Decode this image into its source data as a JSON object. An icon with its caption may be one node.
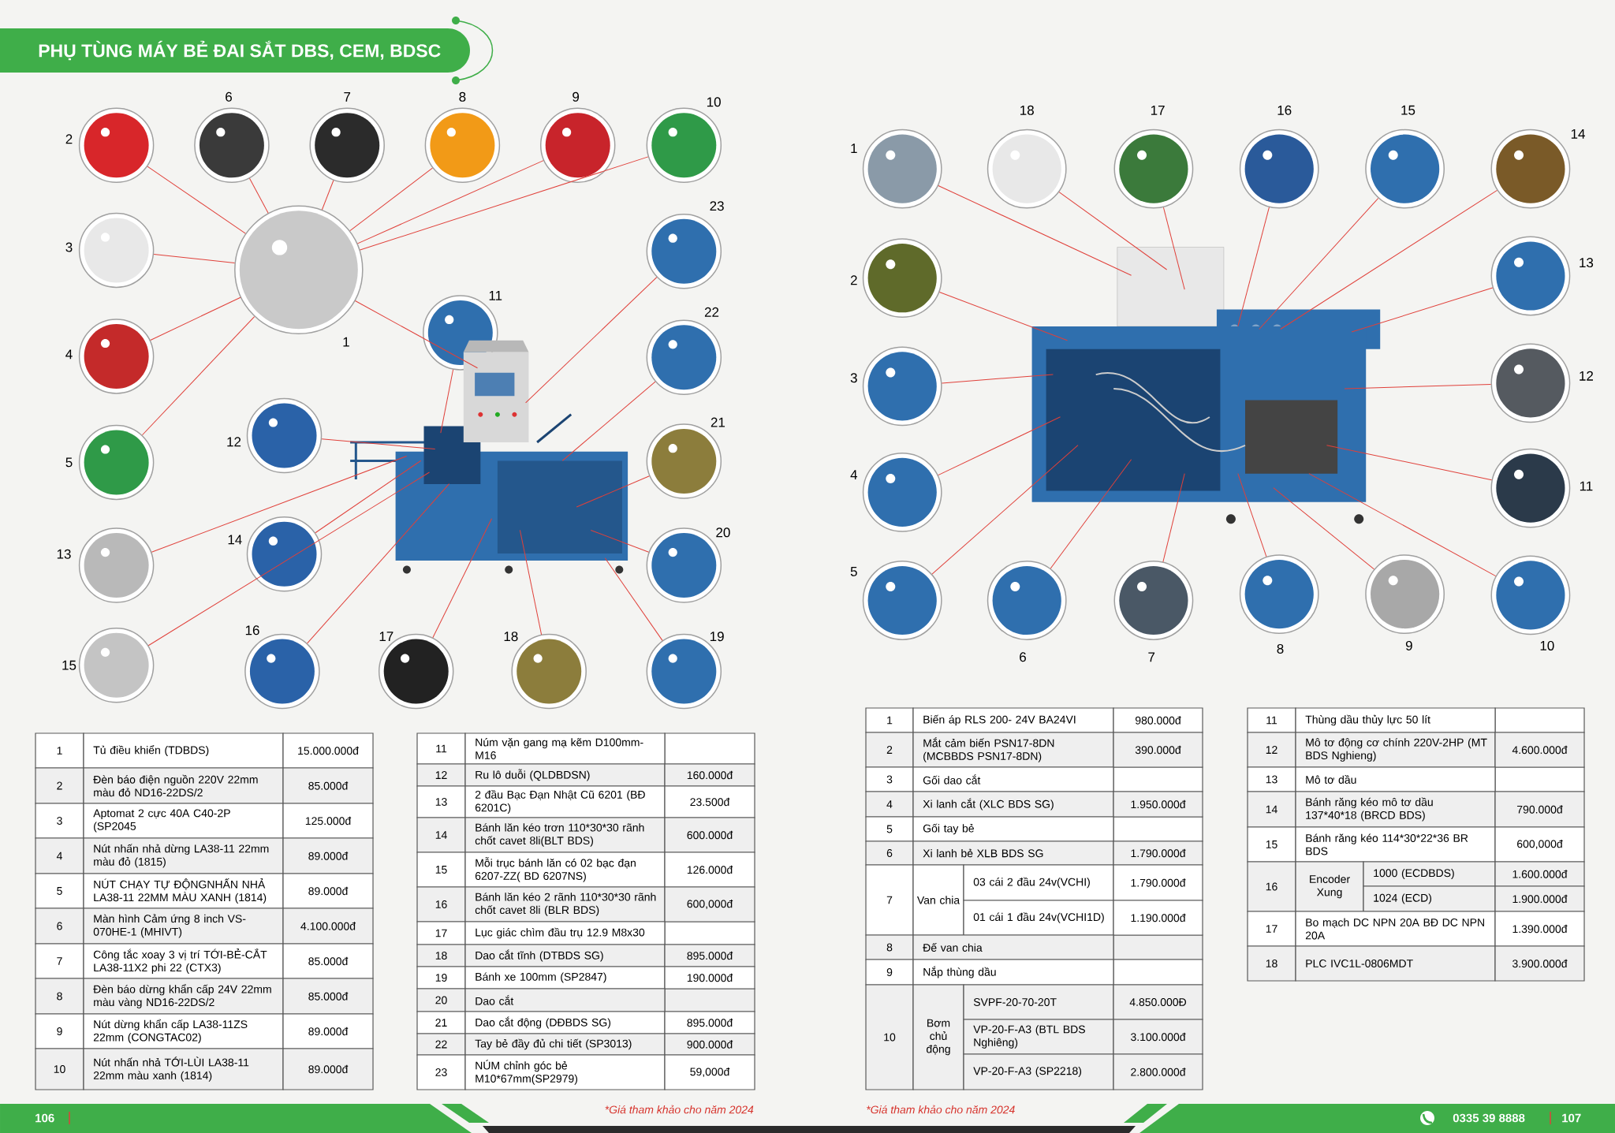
{
  "diagram": {
    "title": "PHỤ TÙNG MÁY BẺ ĐAI SẮT DBS, CEM, BDSC",
    "nodes": [
      {
        "text": [
          "1"
        ]
      },
      {
        "text": [
          "2"
        ]
      },
      {
        "text": [
          "3"
        ]
      },
      {
        "text": [
          "4"
        ]
      },
      {
        "text": [
          "5"
        ]
      },
      {
        "text": [
          "6"
        ]
      },
      {
        "text": [
          "7"
        ]
      },
      {
        "text": [
          "8"
        ]
      },
      {
        "text": [
          "9"
        ]
      },
      {
        "text": [
          "10"
        ]
      },
      {
        "text": [
          "11"
        ]
      },
      {
        "text": [
          "12"
        ]
      },
      {
        "text": [
          "13"
        ]
      },
      {
        "text": [
          "14"
        ]
      },
      {
        "text": [
          "15"
        ]
      },
      {
        "text": [
          "16"
        ]
      },
      {
        "text": [
          "17"
        ]
      },
      {
        "text": [
          "18"
        ]
      },
      {
        "text": [
          "19"
        ]
      },
      {
        "text": [
          "20"
        ]
      },
      {
        "text": [
          "21"
        ]
      },
      {
        "text": [
          "22"
        ]
      },
      {
        "text": [
          "23"
        ]
      },
      {
        "text": [],
        "shape": "picture"
      },
      {
        "text": [
          "1"
        ]
      },
      {
        "text": [
          "2"
        ]
      },
      {
        "text": [
          "3"
        ]
      },
      {
        "text": [
          "4"
        ]
      },
      {
        "text": [
          "5"
        ]
      },
      {
        "text": [
          "6"
        ]
      },
      {
        "text": [
          "7"
        ]
      },
      {
        "text": [
          "8"
        ]
      },
      {
        "text": [
          "9"
        ]
      },
      {
        "text": [
          "10"
        ]
      },
      {
        "text": [
          "11"
        ]
      },
      {
        "text": [
          "12"
        ]
      },
      {
        "text": [
          "13"
        ]
      },
      {
        "text": [
          "14"
        ]
      },
      {
        "text": [
          "15"
        ]
      },
      {
        "text": [
          "16"
        ]
      },
      {
        "text": [
          "17"
        ]
      },
      {
        "text": [
          "18"
        ]
      },
      {
        "text": [],
        "shape": "picture"
      }
    ],
    "edges": [
      {
        "from": 1,
        "to": 0,
        "arrow": "none"
      },
      {
        "from": 2,
        "to": 0,
        "arrow": "none"
      },
      {
        "from": 3,
        "to": 0,
        "arrow": "none"
      },
      {
        "from": 4,
        "to": 0,
        "arrow": "none"
      },
      {
        "from": 5,
        "to": 0,
        "arrow": "none"
      },
      {
        "from": 6,
        "to": 0,
        "arrow": "none"
      },
      {
        "from": 7,
        "to": 0,
        "arrow": "none"
      },
      {
        "from": 8,
        "to": 0,
        "arrow": "none"
      },
      {
        "from": 9,
        "to": 0,
        "arrow": "none"
      },
      {
        "from": 0,
        "to": 23,
        "arrow": "none"
      },
      {
        "from": 10,
        "to": 23,
        "arrow": "none"
      },
      {
        "from": 11,
        "to": 23,
        "arrow": "none"
      },
      {
        "from": 12,
        "to": 23,
        "arrow": "none"
      },
      {
        "from": 13,
        "to": 23,
        "arrow": "none"
      },
      {
        "from": 14,
        "to": 23,
        "arrow": "none"
      },
      {
        "from": 15,
        "to": 23,
        "arrow": "none"
      },
      {
        "from": 16,
        "to": 23,
        "arrow": "none"
      },
      {
        "from": 17,
        "to": 23,
        "arrow": "none"
      },
      {
        "from": 18,
        "to": 23,
        "arrow": "none"
      },
      {
        "from": 19,
        "to": 23,
        "arrow": "none"
      },
      {
        "from": 20,
        "to": 23,
        "arrow": "none"
      },
      {
        "from": 21,
        "to": 23,
        "arrow": "none"
      },
      {
        "from": 22,
        "to": 23,
        "arrow": "none"
      },
      {
        "from": 24,
        "to": 42,
        "arrow": "none"
      },
      {
        "from": 25,
        "to": 42,
        "arrow": "none"
      },
      {
        "from": 26,
        "to": 42,
        "arrow": "none"
      },
      {
        "from": 27,
        "to": 42,
        "arrow": "none"
      },
      {
        "from": 28,
        "to": 42,
        "arrow": "none"
      },
      {
        "from": 29,
        "to": 42,
        "arrow": "none"
      },
      {
        "from": 30,
        "to": 42,
        "arrow": "none"
      },
      {
        "from": 31,
        "to": 42,
        "arrow": "none"
      },
      {
        "from": 32,
        "to": 42,
        "arrow": "none"
      },
      {
        "from": 33,
        "to": 42,
        "arrow": "none"
      },
      {
        "from": 34,
        "to": 42,
        "arrow": "none"
      },
      {
        "from": 35,
        "to": 42,
        "arrow": "none"
      },
      {
        "from": 36,
        "to": 42,
        "arrow": "none"
      },
      {
        "from": 37,
        "to": 42,
        "arrow": "none"
      },
      {
        "from": 38,
        "to": 42,
        "arrow": "none"
      },
      {
        "from": 39,
        "to": 42,
        "arrow": "none"
      },
      {
        "from": 40,
        "to": 42,
        "arrow": "none"
      },
      {
        "from": 41,
        "to": 42,
        "arrow": "none"
      }
    ],
    "labels": [
      "1",
      "Tủ điều khiển (TDBDS)",
      "15.000.000đ",
      "2",
      "Đèn báo điện nguồn 220V 22mm màu đỏ ND16-22DS/2",
      "85.000đ",
      "3",
      "Aptomat 2 cực 40A C40-2P (SP2045",
      "125.000đ",
      "4",
      "Nút nhấn nhả dừng LA38-11 22mm màu đỏ (1815)",
      "89.000đ",
      "5",
      "NÚT CHẠY TỰ ĐỘNGNHẤN NHẢ LA38-11 22MM MÀU XANH (1814)",
      "89.000đ",
      "6",
      "Màn hình Cảm ứng 8 inch VS-070HE-1 (MHIVT)",
      "4.100.000đ",
      "7",
      "Công tắc xoay 3 vị trí TỚI-BẺ-CẮT LA38-11X2 phi 22 (CTX3)",
      "85.000đ",
      "8",
      "Đèn báo dừng khẩn cấp 24V 22mm màu vàng ND16-22DS/2",
      "85.000đ",
      "9",
      "Nút dừng khẩn cấp LA38-11ZS 22mm (CONGTAC02)",
      "89.000đ",
      "10",
      "Nút nhấn nhả TỚI-LÙI LA38-11 22mm màu xanh (1814)",
      "89.000đ",
      "11",
      "Núm vặn gang mạ kẽm D100mm-M16",
      "12",
      "Ru lô duỗi (QLDBDSN)",
      "160.000đ",
      "13",
      "2 đầu Bạc Đạn Nhật Cũ 6201 (BĐ 6201C)",
      "23.500đ",
      "14",
      "Bánh lăn kéo trơn 110*30*30 rãnh chốt cavet 8li(BLT BDS)",
      "600.000đ",
      "15",
      "Mỗi trục bánh lăn có 02 bạc đạn 6207-ZZ( BD 6207NS)",
      "126.000đ",
      "16",
      "Bánh lăn kéo 2 rãnh 110*30*30 rãnh chốt cavet 8li (BLR BDS)",
      "600,000đ",
      "17",
      "Lục giác chìm đầu trụ 12.9 M8x30",
      "18",
      "Dao cắt tĩnh (DTBDS SG)",
      "895.000đ",
      "19",
      "Bánh xe 100mm (SP2847)",
      "190.000đ",
      "20",
      "Dao cắt",
      "21",
      "Dao cắt động (DĐBDS SG)",
      "895.000đ",
      "22",
      "Tay bẻ đầy đủ chi tiết (SP3013)",
      "900.000đ",
      "23",
      "NÚM chỉnh góc bẻ M10*67mm(SP2979)",
      "59,000đ",
      "1",
      "Biến áp RLS 200- 24V BA24VI",
      "980.000đ",
      "2",
      "Mắt cảm biến PSN17-8DN (MCBBDS PSN17-8DN)",
      "390.000đ",
      "3",
      "Gối dao cắt",
      "4",
      "Xi lanh cắt (XLC BDS SG)",
      "1.950.000đ",
      "5",
      "Gối tay bẻ",
      "6",
      "Xi lanh bẻ XLB BDS SG",
      "1.790.000đ",
      "7",
      "Van chia",
      "03 cái 2 đầu 24v(VCHI)",
      "1.790.000đ",
      "01 cái 1 đầu 24v(VCHI1D)",
      "1.190.000đ",
      "8",
      "Đế van chia",
      "9",
      "Nắp thùng dầu",
      "10",
      "Bơm chủ động",
      "SVPF-20-70-20T",
      "4.850.000Đ",
      "VP-20-F-A3 (BTL BDS Nghiêng)",
      "3.100.000đ",
      "VP-20-F-A3 (SP2218)",
      "2.800.000đ",
      "11",
      "Thùng dầu thủy lực 50 lít",
      "12",
      "Mô tơ động cơ chính 220V-2HP (MT BDS Nghieng)",
      "4.600.000đ",
      "13",
      "Mô tơ dầu",
      "14",
      "Bánh răng kéo mô tơ dầu 137*40*18 (BRCD BDS)",
      "790.000đ",
      "15",
      "Bánh răng kéo 114*30*22*36 BR BDS",
      "600,000đ",
      "16",
      "Encoder Xung",
      "1000 (ECDBDS)",
      "1.600.000đ",
      "1024 (ECD)",
      "1.900.000đ",
      "17",
      "Bo mạch DC NPN 20A BĐ DC NPN 20A",
      "1.390.000đ",
      "18",
      "PLC IVC1L-0806MDT",
      "3.900.000đ",
      "*Giá tham khảo cho năm 2024",
      "*Giá tham khảo cho năm 2024",
      "106",
      "0335 39 8888",
      "107"
    ]
  }
}
